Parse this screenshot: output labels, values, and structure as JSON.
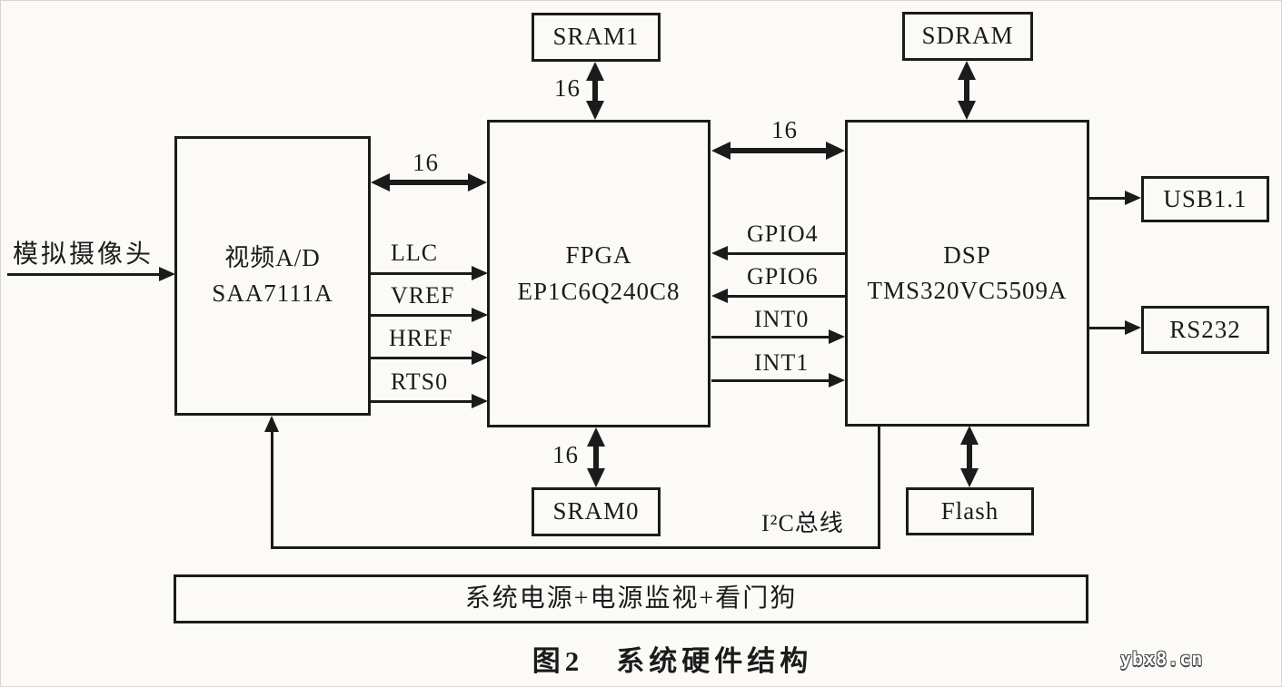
{
  "diagram": {
    "caption": "图2　系统硬件结构",
    "watermark": "ybx8.cn",
    "colors": {
      "ink": "#1b1b1b",
      "paper": "#fbfaf7"
    },
    "blocks": {
      "camera_label": "模拟摄像头",
      "video_ad": {
        "line1": "视频A/D",
        "line2": "SAA7111A"
      },
      "fpga": {
        "line1": "FPGA",
        "line2": "EP1C6Q240C8"
      },
      "dsp": {
        "line1": "DSP",
        "line2": "TMS320VC5509A"
      },
      "sram1": "SRAM1",
      "sdram": "SDRAM",
      "sram0": "SRAM0",
      "flash": "Flash",
      "usb": "USB1.1",
      "rs232": "RS232",
      "power": "系统电源+电源监视+看门狗"
    },
    "signals": {
      "bus16_left": "16",
      "bus16_mid": "16",
      "bus16_sram1": "16",
      "bus16_sram0": "16",
      "llc": "LLC",
      "vref": "VREF",
      "href": "HREF",
      "rts0": "RTS0",
      "gpio4": "GPIO4",
      "gpio6": "GPIO6",
      "int0": "INT0",
      "int1": "INT1",
      "i2c": "I²C总线"
    }
  }
}
